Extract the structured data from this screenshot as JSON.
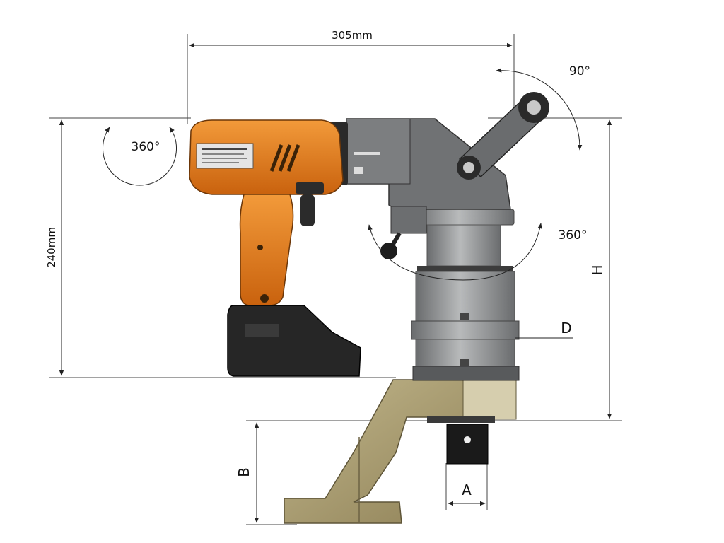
{
  "dimensions": {
    "width": "305mm",
    "height": "240mm",
    "h_label": "H",
    "d_label": "D",
    "b_label": "B",
    "a_label": "A"
  },
  "rotations": {
    "motor": "360°",
    "arm": "90°",
    "head": "360°"
  },
  "drill_label": "Drill nameplate",
  "colors": {
    "drill_body": "#e07818",
    "drill_dark": "#2a2a2a",
    "gearbox": "#6e7072",
    "cylinder": "#9a9c9e",
    "reaction_arm": "#a89a6e",
    "square_drive": "#1a1a1a"
  }
}
